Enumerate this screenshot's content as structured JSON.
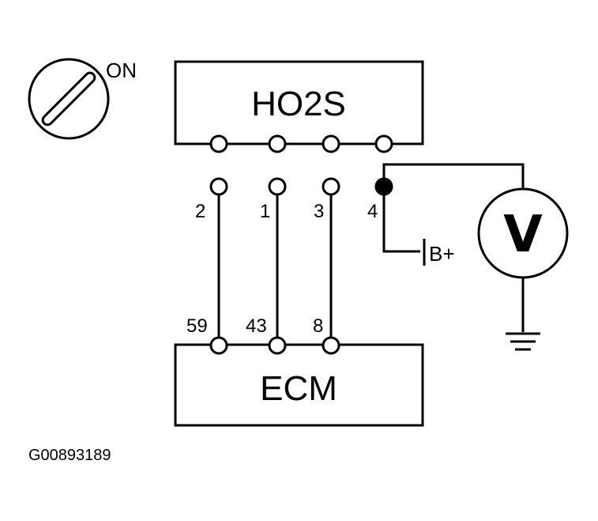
{
  "ignition": {
    "label": "ON"
  },
  "sensor": {
    "title": "HO2S"
  },
  "ecm": {
    "title": "ECM"
  },
  "connector_pins": {
    "p2": "2",
    "p1": "1",
    "p3": "3",
    "p4": "4"
  },
  "ecm_pins": {
    "p59": "59",
    "p43": "43",
    "p8": "8"
  },
  "supply": {
    "label": "B+"
  },
  "meter": {
    "label": "V"
  },
  "figure_id": "G00893189"
}
